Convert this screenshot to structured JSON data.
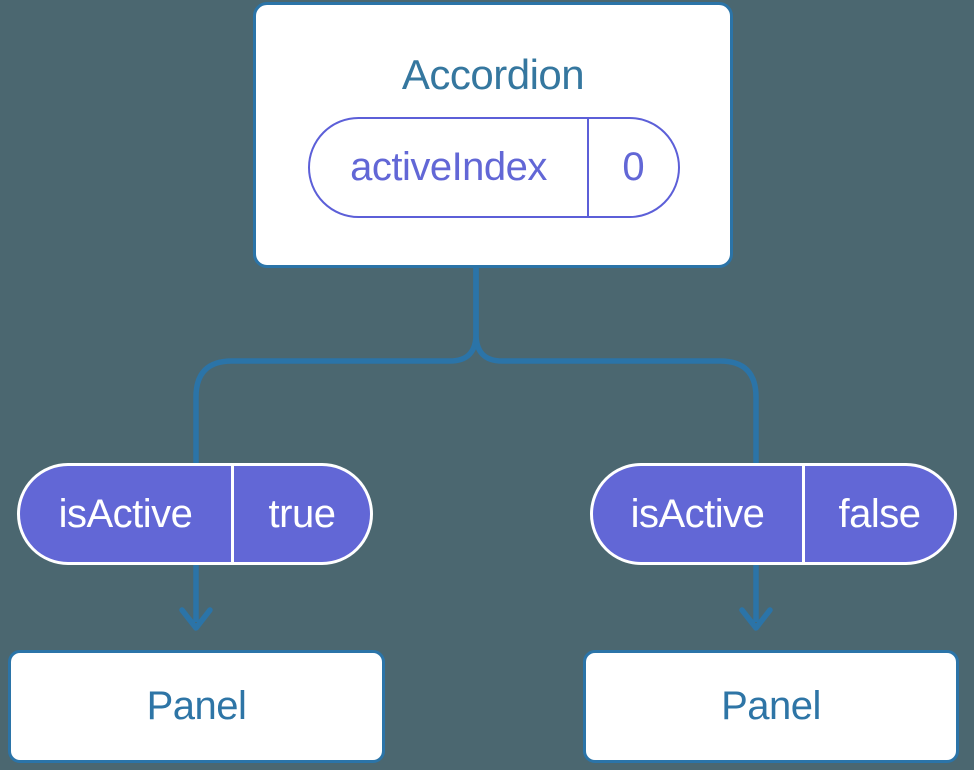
{
  "diagram": {
    "root": {
      "title": "Accordion",
      "state_pill": {
        "key": "activeIndex",
        "value": "0"
      }
    },
    "children": [
      {
        "prop_pill": {
          "key": "isActive",
          "value": "true"
        },
        "panel": {
          "title": "Panel"
        }
      },
      {
        "prop_pill": {
          "key": "isActive",
          "value": "false"
        },
        "panel": {
          "title": "Panel"
        }
      }
    ],
    "palette": {
      "background": "#4b6770",
      "pen_blue": "#2b74a8",
      "heading_blue": "#35779f",
      "panel_text_blue": "#2e75a6",
      "purple": "#6267d6",
      "purple_outline": "#5c5fd8",
      "card_fill": "#ffffff",
      "pill_text_on_purple": "#ffffff"
    }
  }
}
